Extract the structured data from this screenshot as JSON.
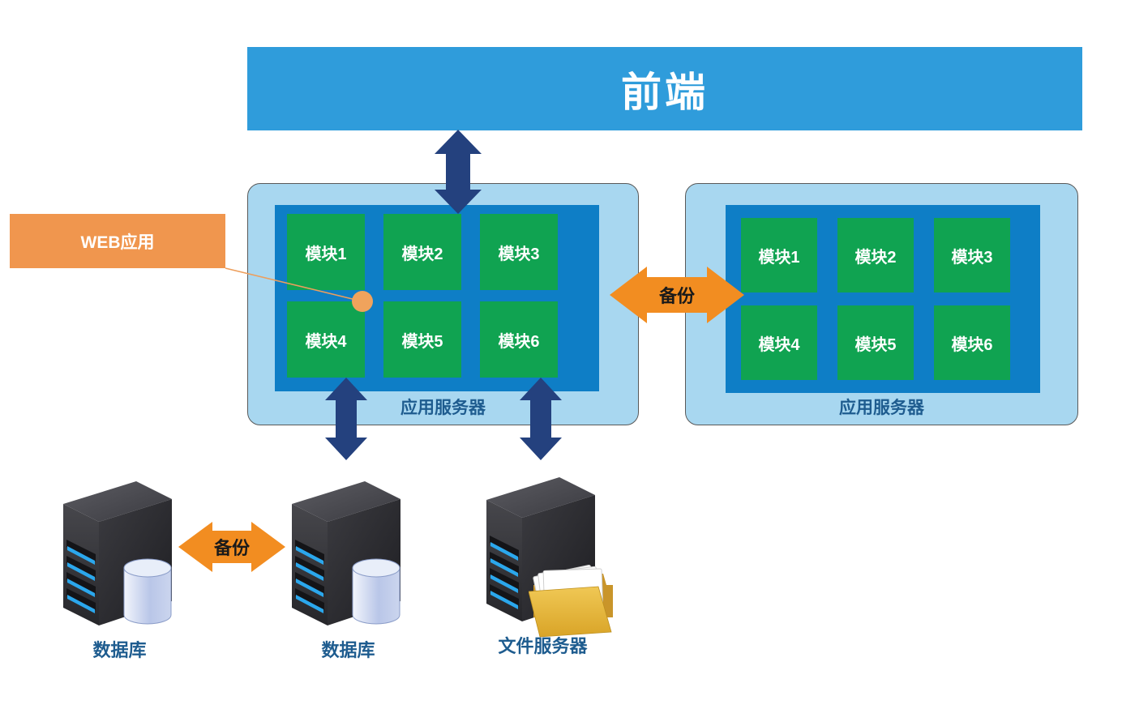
{
  "frontend": {
    "label": "前端"
  },
  "app_servers": [
    {
      "label": "应用服务器",
      "modules": [
        "模块1",
        "模块2",
        "模块3",
        "模块4",
        "模块5",
        "模块6"
      ]
    },
    {
      "label": "应用服务器",
      "modules": [
        "模块1",
        "模块2",
        "模块3",
        "模块4",
        "模块5",
        "模块6"
      ]
    }
  ],
  "callout": {
    "label": "WEB应用"
  },
  "arrows": {
    "backup_between_app_servers": "备份",
    "backup_between_databases": "备份"
  },
  "servers": [
    {
      "label": "数据库",
      "icon": "server-tower-with-database-cylinder"
    },
    {
      "label": "数据库",
      "icon": "server-tower-with-database-cylinder"
    },
    {
      "label": "文件服务器",
      "icon": "server-tower-with-folder"
    }
  ],
  "palette": {
    "banner_blue": "#2F9CDB",
    "app_box_light_blue": "#A8D7F0",
    "app_box_border": "#595959",
    "inner_blue": "#0E7EC6",
    "module_green": "#10A351",
    "navy_arrow": "#24417E",
    "backup_orange": "#F28D21",
    "callout_orange": "#F0964E",
    "callout_dot_orange": "#F0A35C",
    "label_dark_blue": "#1E5C8F",
    "arrow_text_black": "#1A1A1A",
    "folder_gold": "#D9A427",
    "cylinder_lavender": "#C6D2EE",
    "tower_dark_gray": "#2E2E32",
    "led_blue": "#2BA7EC"
  }
}
